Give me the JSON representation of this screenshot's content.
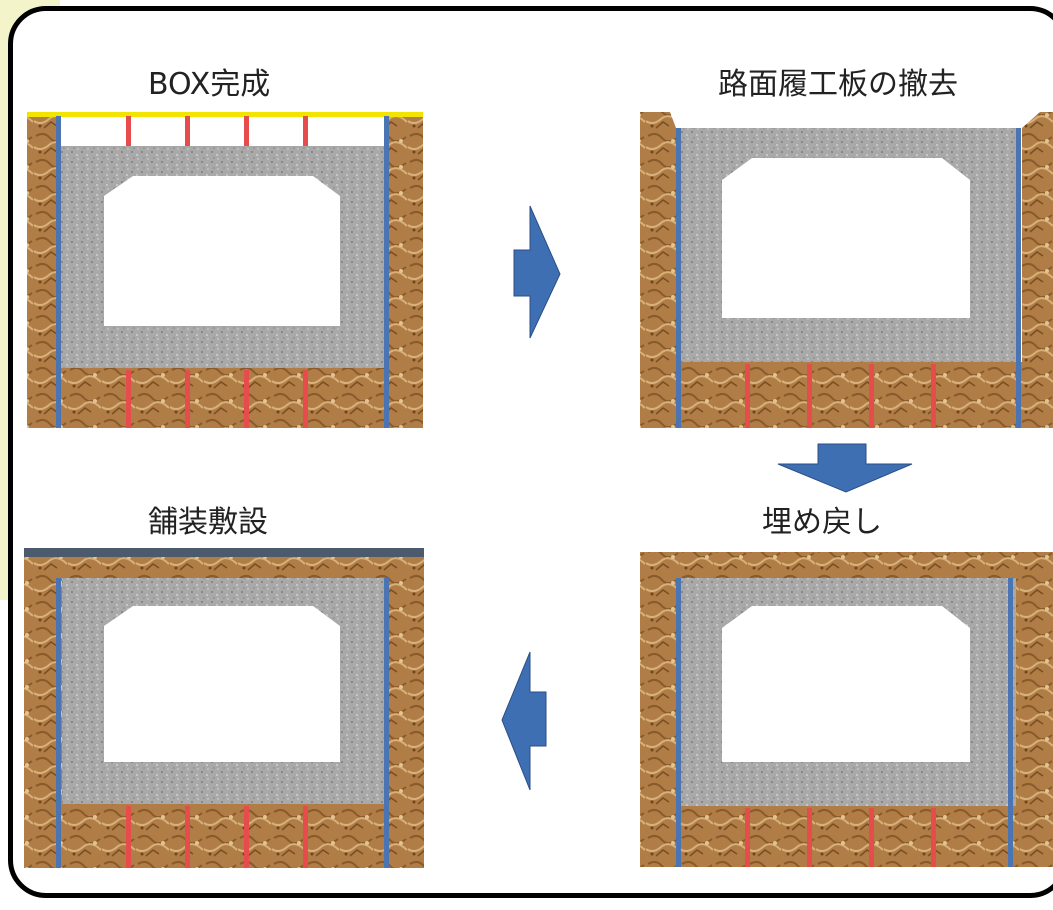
{
  "panels": [
    {
      "id": "box-complete",
      "title": "BOX完成"
    },
    {
      "id": "deck-removal",
      "title": "路面履工板の撤去"
    },
    {
      "id": "backfill",
      "title": "埋め戻し"
    },
    {
      "id": "paving",
      "title": "舗装敷設"
    }
  ],
  "arrows": [
    {
      "from": "box-complete",
      "to": "deck-removal",
      "direction": "right"
    },
    {
      "from": "deck-removal",
      "to": "backfill",
      "direction": "down"
    },
    {
      "from": "backfill",
      "to": "paving",
      "direction": "left"
    }
  ],
  "colors": {
    "soil": "#b07d47",
    "concrete": "#a9a9a9",
    "sheet_pile": "#4a74b2",
    "rebar": "#e74c4c",
    "deck_plate": "#f2e400",
    "pavement": "#4c5a6e",
    "arrow": "#3f6fb3"
  }
}
